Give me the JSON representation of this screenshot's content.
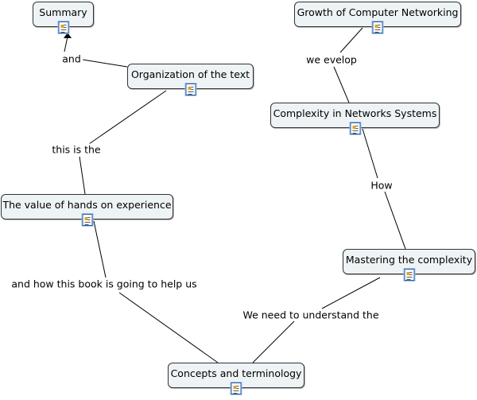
{
  "nodes": {
    "summary": {
      "label": "Summary"
    },
    "growth": {
      "label": "Growth of Computer Networking"
    },
    "organization": {
      "label": "Organization of the text"
    },
    "complexity": {
      "label": "Complexity in Networks Systems"
    },
    "value": {
      "label": "The value of hands on experience"
    },
    "mastering": {
      "label": "Mastering the complexity"
    },
    "concepts": {
      "label": "Concepts and terminology"
    }
  },
  "links": {
    "and": "and",
    "we_evelop": "we evelop",
    "this_is_the": "this is the",
    "how": "How",
    "how_book": "and how this book is going to help us",
    "understand": "We need to understand the"
  },
  "colors": {
    "node_fill": "#eef3f5",
    "node_border": "#333333",
    "line": "#000000",
    "doc_icon_border": "#2c5fa8"
  },
  "icons": {
    "node_attachment": "document-icon"
  }
}
